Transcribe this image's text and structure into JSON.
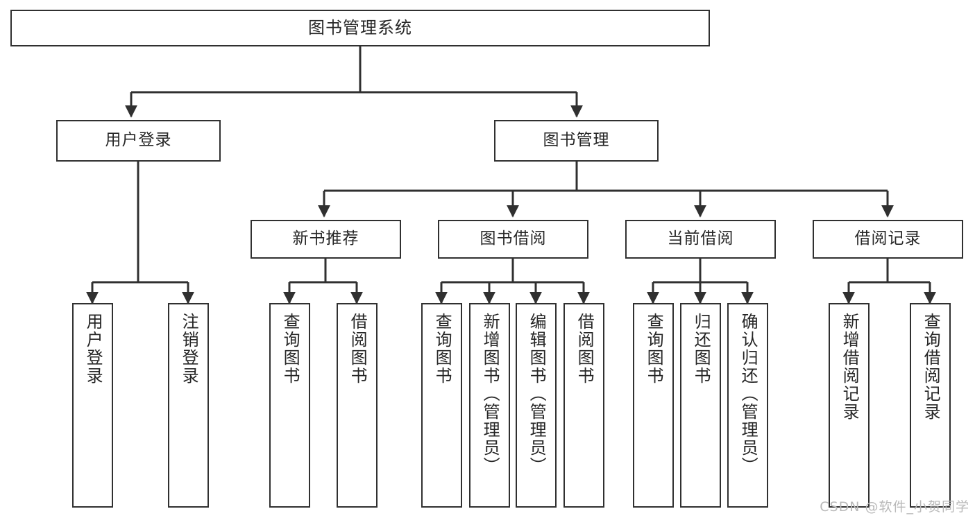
{
  "diagram": {
    "title": "图书管理系统",
    "type": "tree-hierarchy",
    "watermark": "CSDN @软件_小贺同学",
    "colors": {
      "border": "#303030",
      "text": "#262626",
      "background": "#ffffff",
      "watermark": "#b9b9b9"
    },
    "root": {
      "id": "root",
      "label": "图书管理系统"
    },
    "level2": [
      {
        "id": "user-login",
        "label": "用户登录"
      },
      {
        "id": "book-manage",
        "label": "图书管理"
      }
    ],
    "level3": [
      {
        "id": "new-book-recommend",
        "label": "新书推荐",
        "parent": "book-manage"
      },
      {
        "id": "book-borrow",
        "label": "图书借阅",
        "parent": "book-manage"
      },
      {
        "id": "current-borrow",
        "label": "当前借阅",
        "parent": "book-manage"
      },
      {
        "id": "borrow-record",
        "label": "借阅记录",
        "parent": "book-manage"
      }
    ],
    "leaves": [
      {
        "id": "leaf-user-login",
        "label": "用户登录",
        "parent": "user-login"
      },
      {
        "id": "leaf-logout-login",
        "label": "注销登录",
        "parent": "user-login"
      },
      {
        "id": "leaf-query-book-1",
        "label": "查询图书",
        "parent": "new-book-recommend"
      },
      {
        "id": "leaf-borrow-book-1",
        "label": "借阅图书",
        "parent": "new-book-recommend"
      },
      {
        "id": "leaf-query-book-2",
        "label": "查询图书",
        "parent": "book-borrow"
      },
      {
        "id": "leaf-add-book",
        "label": "新增图书（管理员）",
        "parent": "book-borrow"
      },
      {
        "id": "leaf-edit-book",
        "label": "编辑图书（管理员）",
        "parent": "book-borrow"
      },
      {
        "id": "leaf-borrow-book-2",
        "label": "借阅图书",
        "parent": "book-borrow"
      },
      {
        "id": "leaf-query-book-3",
        "label": "查询图书",
        "parent": "current-borrow"
      },
      {
        "id": "leaf-return-book",
        "label": "归还图书",
        "parent": "current-borrow"
      },
      {
        "id": "leaf-confirm-return",
        "label": "确认归还（管理员）",
        "parent": "current-borrow"
      },
      {
        "id": "leaf-add-record",
        "label": "新增借阅记录",
        "parent": "borrow-record"
      },
      {
        "id": "leaf-query-record",
        "label": "查询借阅记录",
        "parent": "borrow-record"
      }
    ]
  }
}
